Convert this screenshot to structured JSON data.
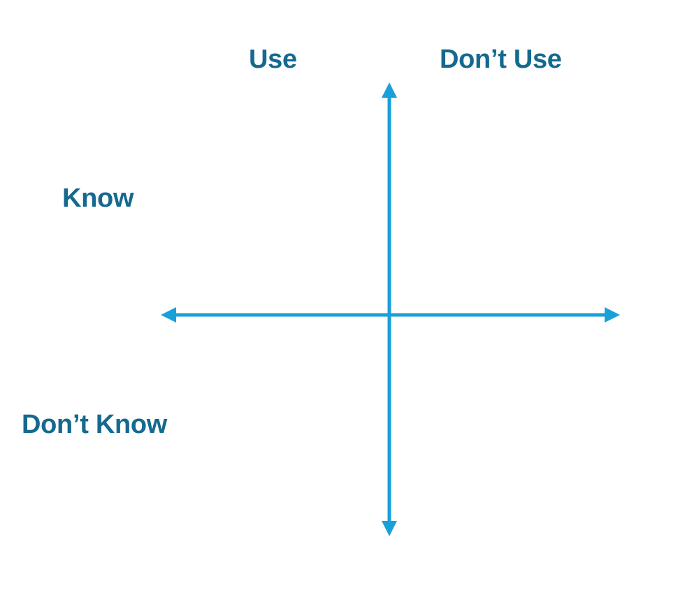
{
  "colors": {
    "label_text": "#15698f",
    "axis": "#1aa0d8",
    "background": "#ffffff"
  },
  "columns": {
    "left": "Use",
    "right": "Don’t Use"
  },
  "rows": {
    "top": "Know",
    "bottom": "Don’t Know"
  }
}
